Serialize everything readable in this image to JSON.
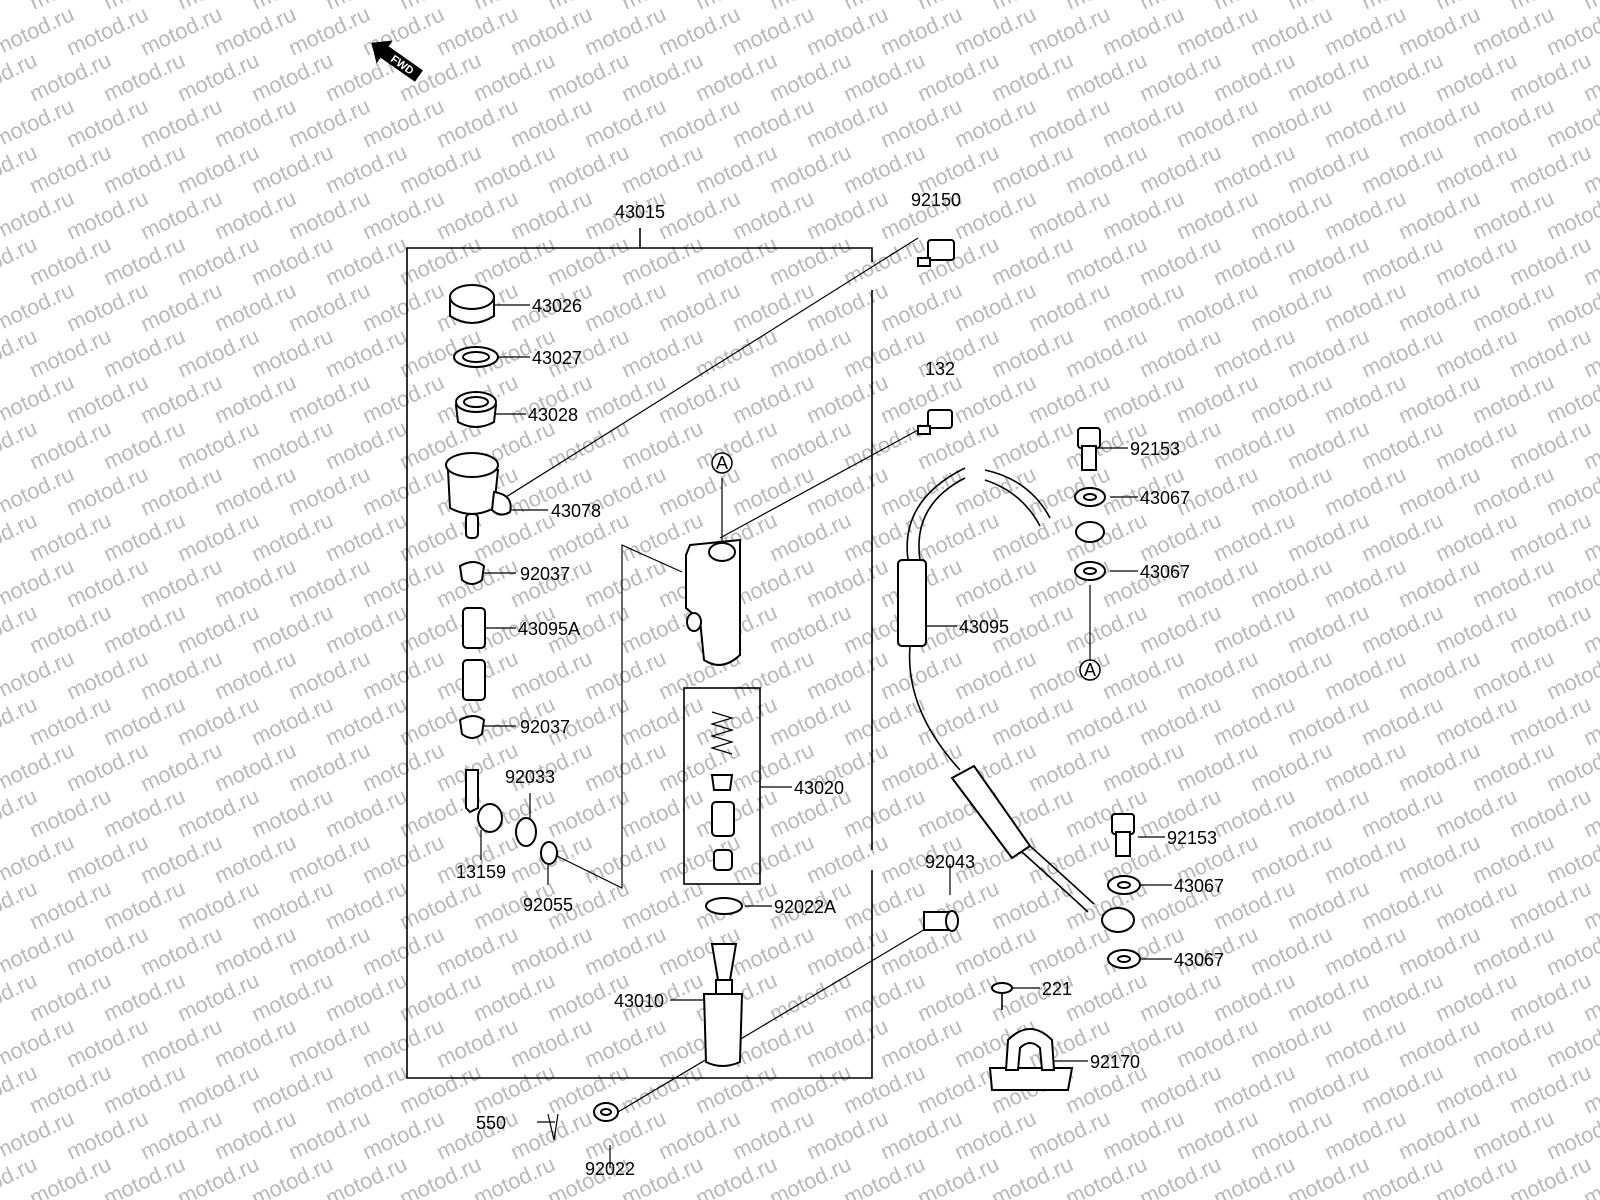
{
  "watermark": "motod.ru",
  "fwd_badge": "FWD",
  "reference_marker": "A",
  "labels": {
    "p43015": "43015",
    "p92150": "92150",
    "p43026": "43026",
    "p43027": "43027",
    "p43028": "43028",
    "p43078": "43078",
    "p92037a": "92037",
    "p43095A": "43095A",
    "p92037b": "92037",
    "p92033": "92033",
    "p13159": "13159",
    "p92055": "92055",
    "p132": "132",
    "p43020": "43020",
    "p92022A": "92022A",
    "p43010": "43010",
    "p92043": "92043",
    "p550": "550",
    "p92022": "92022",
    "p43095": "43095",
    "p92153a": "92153",
    "p43067a": "43067",
    "p43067b": "43067",
    "p92153b": "92153",
    "p43067c": "43067",
    "p43067d": "43067",
    "p221": "221",
    "p92170": "92170"
  }
}
